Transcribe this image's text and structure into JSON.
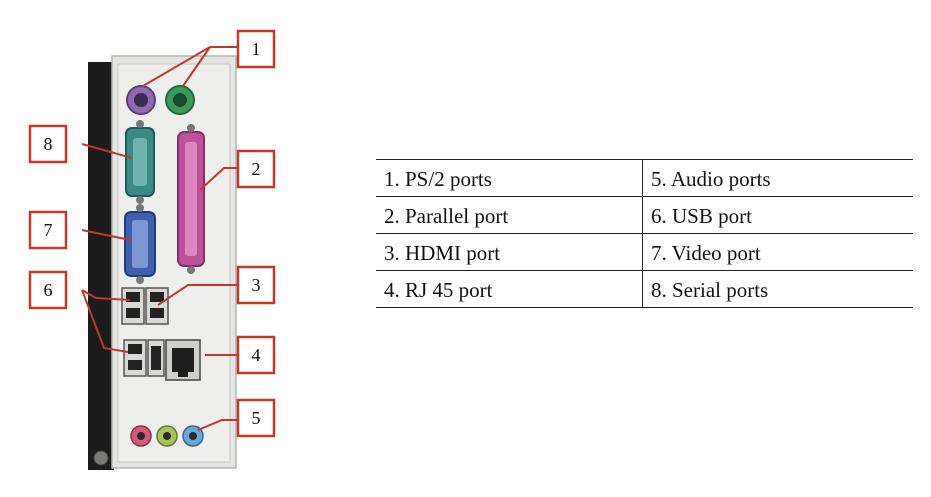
{
  "callouts": [
    "1",
    "2",
    "3",
    "4",
    "5",
    "6",
    "7",
    "8"
  ],
  "legend": {
    "rows": [
      [
        "1. PS/2 ports",
        "5. Audio ports"
      ],
      [
        "2. Parallel port",
        "6. USB port"
      ],
      [
        "3. HDMI port",
        "7. Video port"
      ],
      [
        "4. RJ 45 port",
        "8. Serial ports"
      ]
    ]
  },
  "colors": {
    "callout_border": "#c0392b",
    "ps2_keyboard": "#8e6bb0",
    "ps2_mouse": "#3a9a5c",
    "parallel_port": "#c14f9a",
    "serial_port": "#3a8a86",
    "vga_port": "#3f5faa",
    "audio_pink": "#d9577a",
    "audio_green": "#a8c25a",
    "audio_blue": "#6aa6d6"
  }
}
